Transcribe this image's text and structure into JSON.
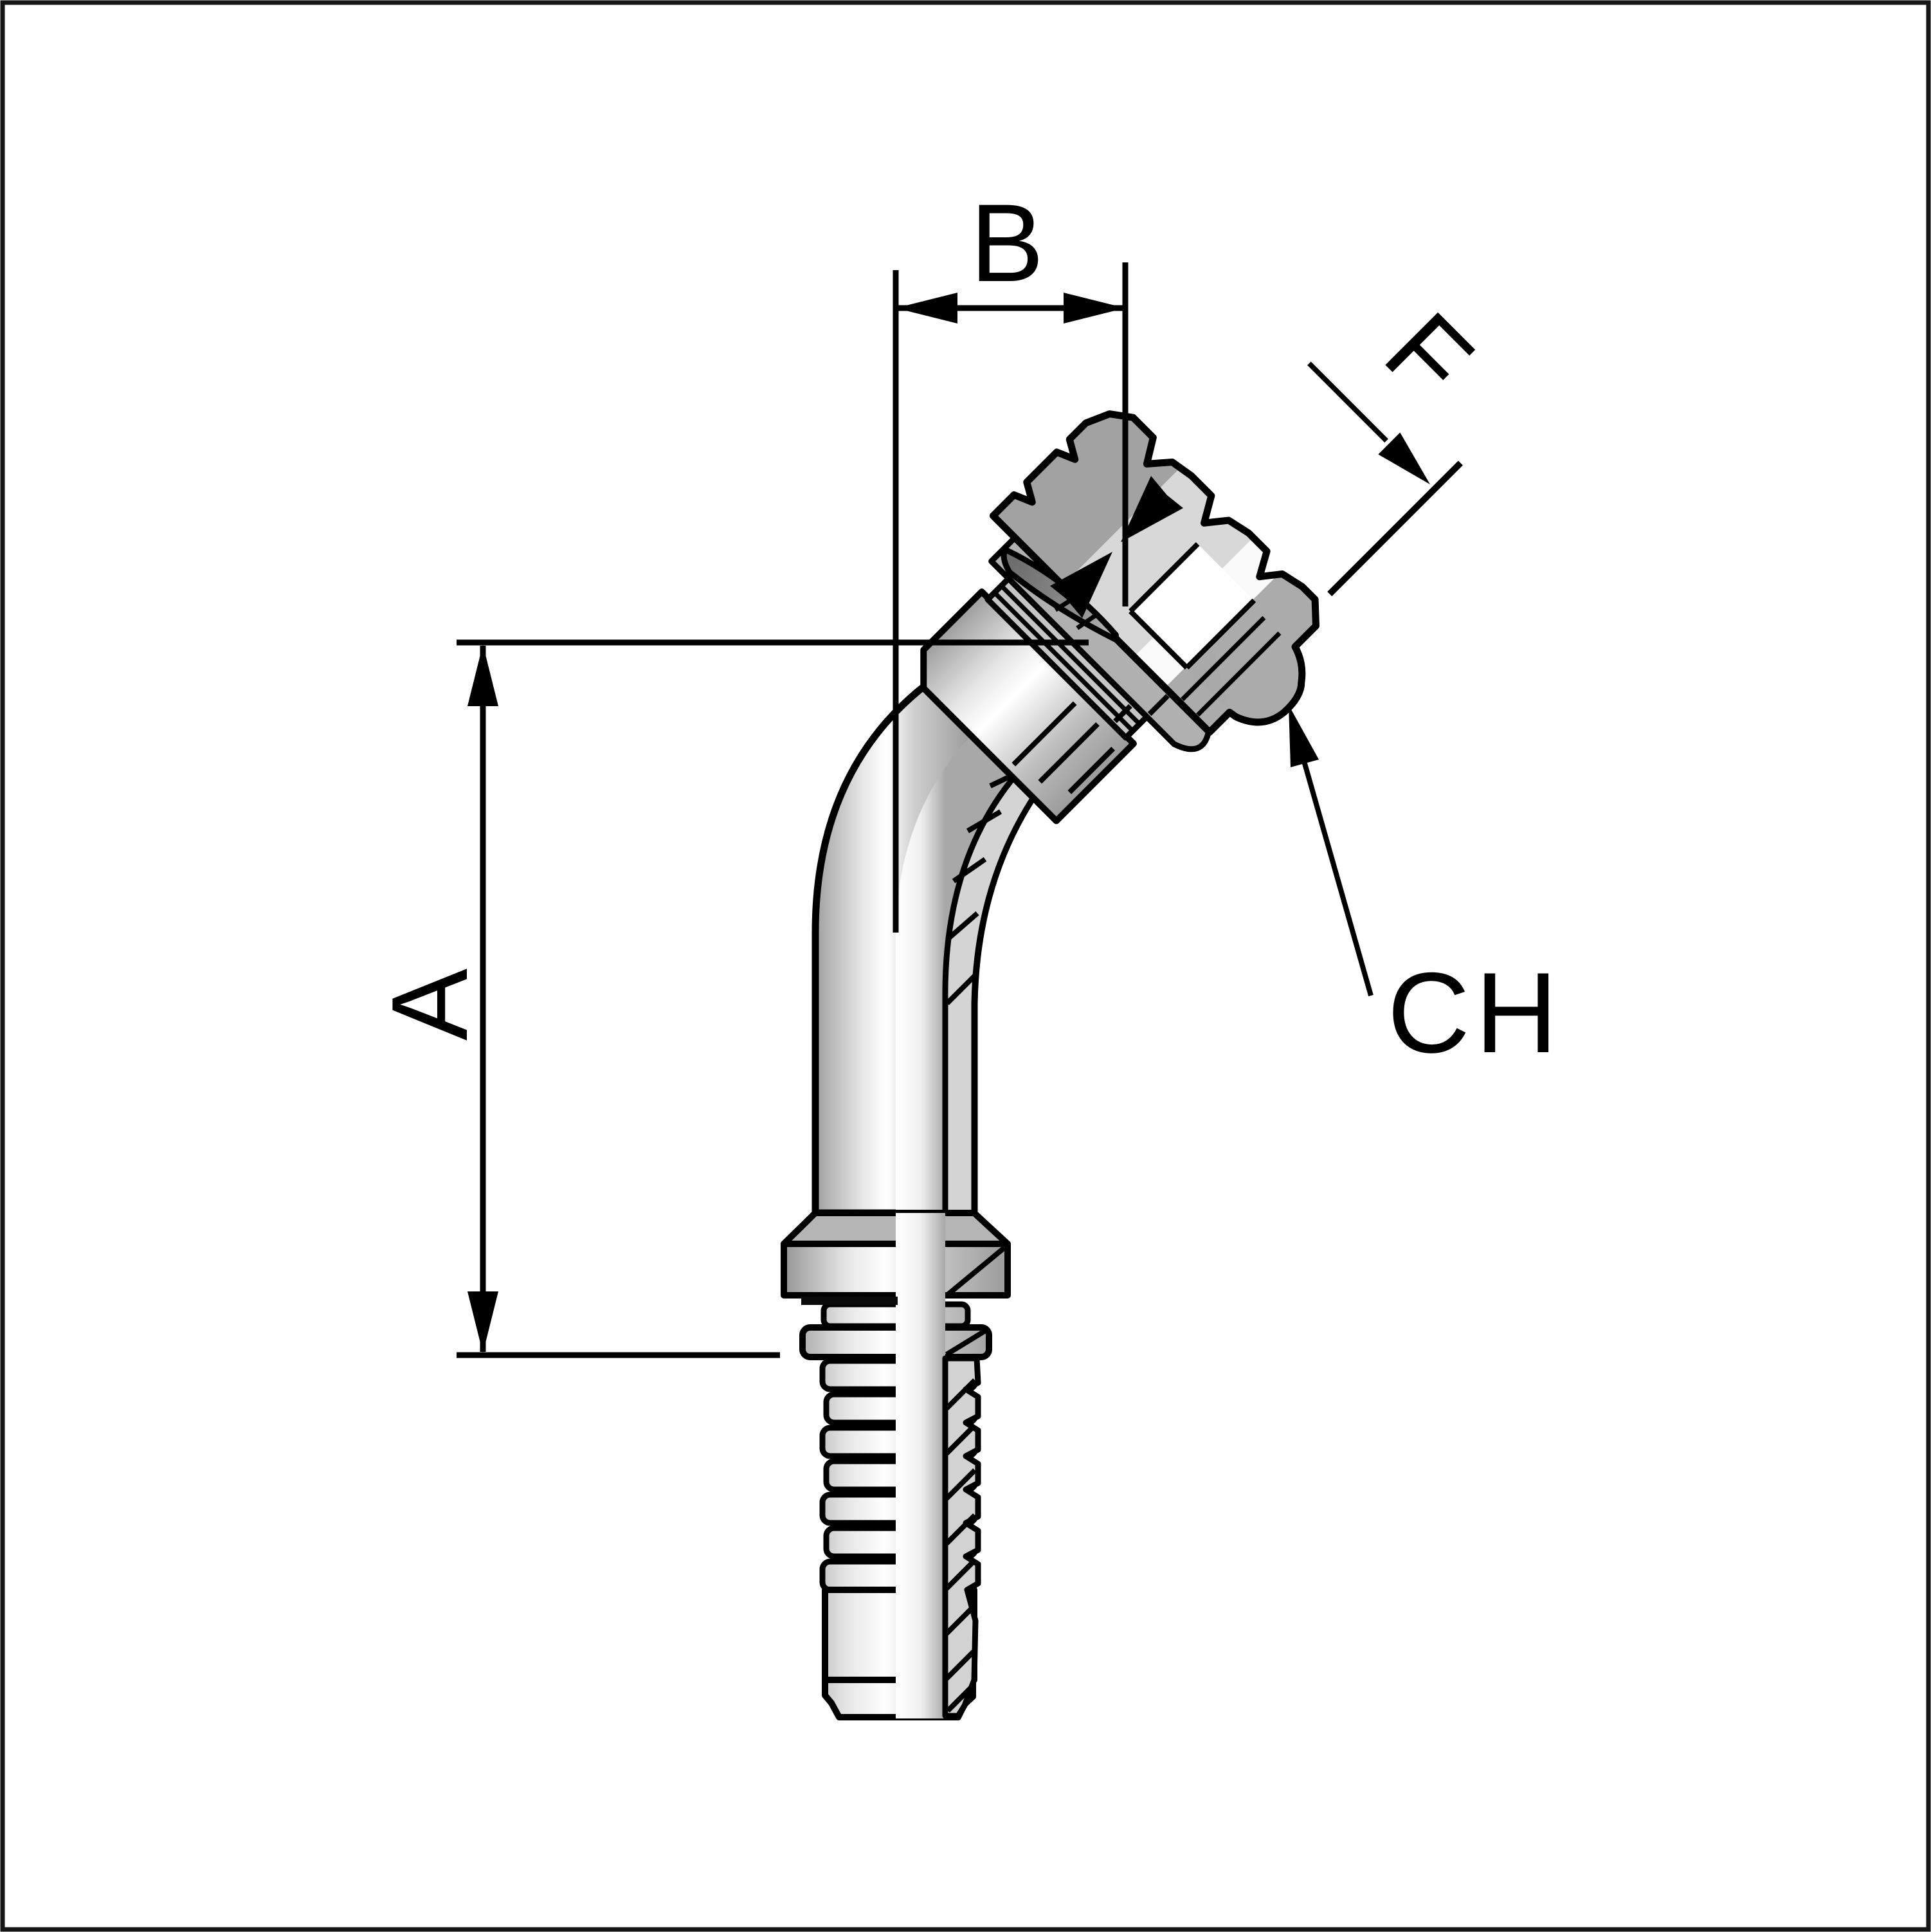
{
  "page": {
    "background": "#ffffff",
    "border_color": "#161616"
  },
  "drawing": {
    "description_labels": {
      "a": "A",
      "b": "B",
      "f": "F",
      "ch": "CH"
    },
    "palette": {
      "outline": "#000000",
      "metal_dark": "#a2a2a2",
      "metal_mid": "#b0b0b0",
      "metal_light": "#d7d7d7",
      "metal_white": "#ffffff",
      "section_fill": "#d2d2d2"
    }
  }
}
